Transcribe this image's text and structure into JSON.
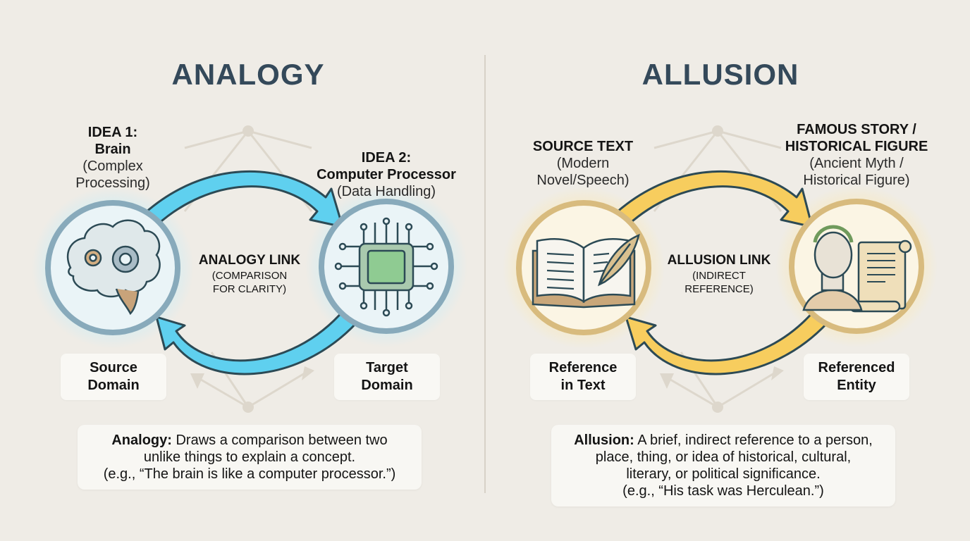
{
  "left": {
    "title": "ANALOGY",
    "idea1": {
      "heading": "IDEA 1:",
      "name": "Brain",
      "note": "(Complex Processing)",
      "note_l1": "(Complex",
      "note_l2": "Processing)"
    },
    "idea2": {
      "heading": "IDEA 2:",
      "name": "Computer Processor",
      "note": "(Data Handling)"
    },
    "link": {
      "heading": "ANALOGY LINK",
      "sub_l1": "(COMPARISON",
      "sub_l2": "FOR CLARITY)"
    },
    "source_label": {
      "l1": "Source",
      "l2": "Domain"
    },
    "target_label": {
      "l1": "Target",
      "l2": "Domain"
    },
    "definition": {
      "term": "Analogy:",
      "l1": " Draws a comparison between two",
      "l2": "unlike things to explain a concept.",
      "l3": "(e.g., “The brain is like a computer processor.”)"
    },
    "icons": {
      "source": "brain-gears-icon",
      "target": "cpu-chip-icon"
    },
    "colors": {
      "arrow": "#5fd0ef",
      "ring": "#8aaebe",
      "glow": "#bfeaf5"
    }
  },
  "right": {
    "title": "ALLUSION",
    "idea1": {
      "heading": "SOURCE TEXT",
      "note_l1": "(Modern",
      "note_l2": "Novel/Speech)"
    },
    "idea2": {
      "heading_l1": "FAMOUS STORY /",
      "heading_l2": "HISTORICAL FIGURE",
      "note_l1": "(Ancient Myth /",
      "note_l2": "Historical Figure)"
    },
    "link": {
      "heading": "ALLUSION LINK",
      "sub_l1": "(INDIRECT",
      "sub_l2": "REFERENCE)"
    },
    "source_label": {
      "l1": "Reference",
      "l2": "in Text"
    },
    "target_label": {
      "l1": "Referenced",
      "l2": "Entity"
    },
    "definition": {
      "term": "Allusion:",
      "l1": " A brief, indirect reference to a person,",
      "l2": "place, thing, or idea of historical, cultural,",
      "l3": "literary, or political significance.",
      "l4": "(e.g., “His task was Herculean.”)"
    },
    "icons": {
      "source": "open-book-quill-icon",
      "target": "laurel-bust-scroll-icon"
    },
    "colors": {
      "arrow": "#f7cd5e",
      "ring": "#d8bb7e",
      "glow": "#fbeab8"
    }
  },
  "theme": {
    "background": "#efece6",
    "title_color": "#34495a",
    "outline": "#2c4a55"
  }
}
